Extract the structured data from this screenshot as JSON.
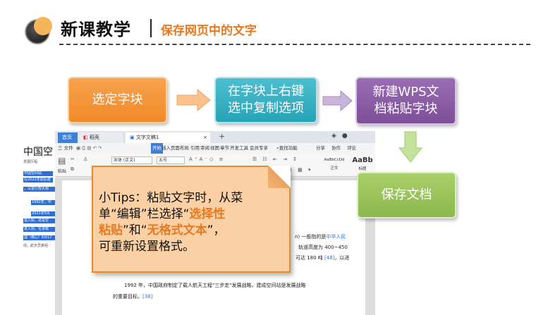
{
  "header": {
    "title": "新课教学",
    "subtitle": "保存网页中的文字"
  },
  "flow": {
    "step1": "选定字块",
    "step2_line1": "在字块上右键",
    "step2_line2": "选中复制选项",
    "step3_line1": "新建WPS文",
    "step3_line2": "档粘贴字块",
    "step4": "保存文档"
  },
  "wps": {
    "tabs": [
      "首页",
      "稻壳",
      "文字文稿1"
    ],
    "tab_close": "×",
    "tab_add": "+",
    "menu": [
      "三 文件",
      "开始",
      "插入",
      "页面布局",
      "引用",
      "审阅",
      "视图",
      "章节",
      "开发工具",
      "会员专享",
      "查找功能"
    ],
    "menu_right": [
      "分享",
      "协作",
      "评论"
    ],
    "font_name": "宋体 (正文)",
    "font_size": "五号",
    "paste_label": "粘贴",
    "styles": [
      {
        "sample": "AaBbCcDd",
        "name": "正文"
      },
      {
        "sample": "AaBb",
        "name": "标题"
      }
    ],
    "doc_line1_a": "n) 一般指的是",
    "doc_line1_b": "中华人民",
    "doc_line2": "轨道高度为 400~450",
    "doc_line3_a": "可达 180 吨",
    "doc_line3_b": "[48]",
    "doc_line3_c": "，以进",
    "doc_para2_line1": "1992 年，中国政府制定了载人航天工程\"三步走\"发展战略，建成空间站是发展战略",
    "doc_para2_line2_a": "的重要目标。",
    "doc_para2_line2_b": "[38]"
  },
  "left_page": {
    "title": "中国空",
    "lines": [
      "发展历程",
      "中国空间站",
      "在2022年前后建",
      "，以进行较大规",
      "1992年，中",
      "2021年5月",
      "运入轨，这是空",
      "进入前，在该载",
      "国（核心）6月17",
      "线，航天员乘组"
    ]
  },
  "tips": {
    "line1": "小Tips：粘贴文字时，从菜",
    "line2_a": "单“编辑”栏选择“",
    "line2_b": "选择性",
    "line3_a": "粘贴",
    "line3_b": "”和“",
    "line3_c": "无格式文本",
    "line3_d": "”，",
    "line4": "可重新设置格式。"
  },
  "colors": {
    "accent_orange": "#e8791f",
    "step1": "#f08a28",
    "step2": "#27a3b6",
    "step3": "#7d4f99",
    "step4": "#8cb84d",
    "arrow_orange": "#f9c28f",
    "arrow_purple": "#c9b4da",
    "arrow_green": "#c4e39a"
  }
}
